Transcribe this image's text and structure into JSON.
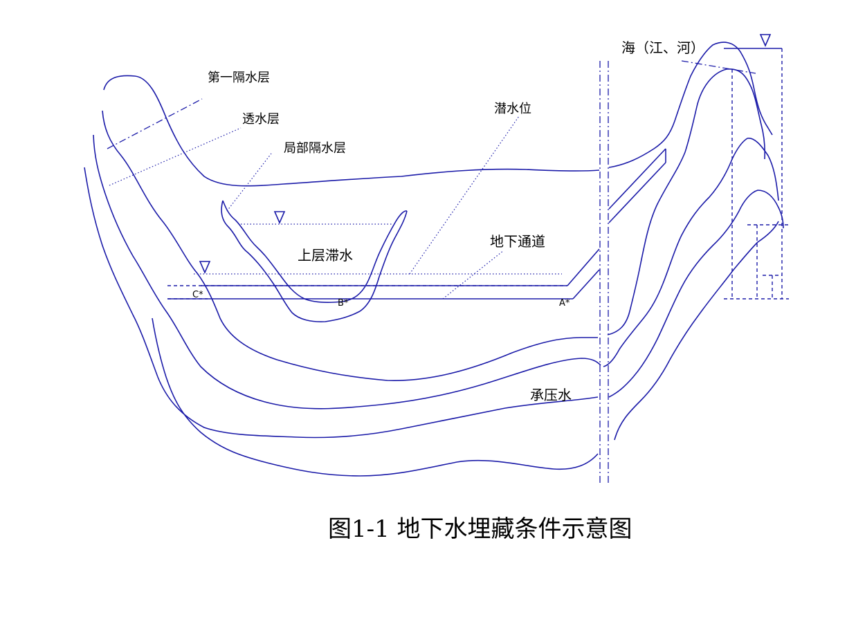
{
  "labels": {
    "first_aquiclude": "第一隔水层",
    "permeable_layer": "透水层",
    "local_aquiclude": "局部隔水层",
    "water_table": "潜水位",
    "perched_water": "上层滞水",
    "underground_channel": "地下通道",
    "confined_water": "承压水",
    "sea_river": "海（江、河）"
  },
  "points": {
    "a": "A*",
    "b": "B*",
    "c": "C*"
  },
  "caption": "图1-1 地下水埋藏条件示意图",
  "colors": {
    "line": "#1a1aa8",
    "text": "#000000"
  }
}
